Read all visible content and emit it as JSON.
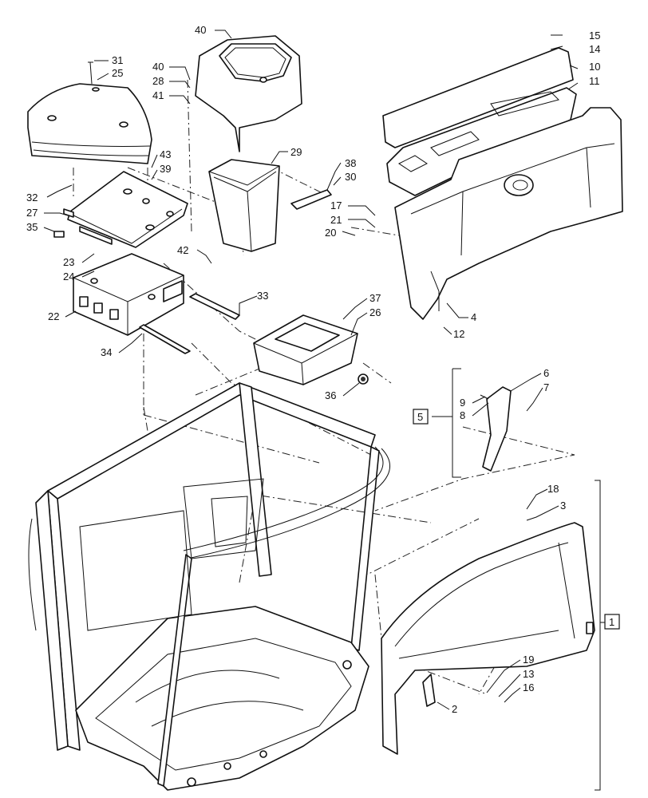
{
  "callouts": [
    {
      "id": "c1",
      "label": "1"
    },
    {
      "id": "c2",
      "label": "2"
    },
    {
      "id": "c3",
      "label": "3"
    },
    {
      "id": "c4",
      "label": "4"
    },
    {
      "id": "c5",
      "label": "5"
    },
    {
      "id": "c6",
      "label": "6"
    },
    {
      "id": "c7",
      "label": "7"
    },
    {
      "id": "c8",
      "label": "8"
    },
    {
      "id": "c9",
      "label": "9"
    },
    {
      "id": "c10",
      "label": "10"
    },
    {
      "id": "c11",
      "label": "11"
    },
    {
      "id": "c12",
      "label": "12"
    },
    {
      "id": "c13",
      "label": "13"
    },
    {
      "id": "c14",
      "label": "14"
    },
    {
      "id": "c15",
      "label": "15"
    },
    {
      "id": "c16",
      "label": "16"
    },
    {
      "id": "c17",
      "label": "17"
    },
    {
      "id": "c18",
      "label": "18"
    },
    {
      "id": "c19",
      "label": "19"
    },
    {
      "id": "c20",
      "label": "20"
    },
    {
      "id": "c21",
      "label": "21"
    },
    {
      "id": "c22",
      "label": "22"
    },
    {
      "id": "c23",
      "label": "23"
    },
    {
      "id": "c24",
      "label": "24"
    },
    {
      "id": "c25",
      "label": "25"
    },
    {
      "id": "c26",
      "label": "26"
    },
    {
      "id": "c27",
      "label": "27"
    },
    {
      "id": "c28",
      "label": "28"
    },
    {
      "id": "c29",
      "label": "29"
    },
    {
      "id": "c30",
      "label": "30"
    },
    {
      "id": "c31",
      "label": "31"
    },
    {
      "id": "c32",
      "label": "32"
    },
    {
      "id": "c33",
      "label": "33"
    },
    {
      "id": "c34",
      "label": "34"
    },
    {
      "id": "c35",
      "label": "35"
    },
    {
      "id": "c36",
      "label": "36"
    },
    {
      "id": "c37",
      "label": "37"
    },
    {
      "id": "c38",
      "label": "38"
    },
    {
      "id": "c39",
      "label": "39"
    },
    {
      "id": "c40a",
      "label": "40"
    },
    {
      "id": "c40b",
      "label": "40"
    },
    {
      "id": "c41",
      "label": "41"
    },
    {
      "id": "c42",
      "label": "42"
    },
    {
      "id": "c43",
      "label": "43"
    }
  ]
}
